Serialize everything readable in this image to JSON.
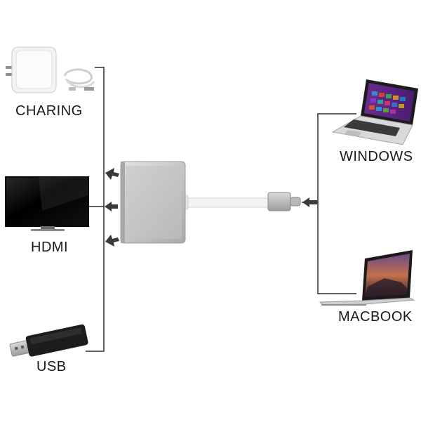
{
  "devices_left": [
    {
      "label": "CHARING",
      "icon": "charger-icon"
    },
    {
      "label": "HDMI",
      "icon": "monitor-icon"
    },
    {
      "label": "USB",
      "icon": "usb-drive-icon"
    }
  ],
  "devices_right": [
    {
      "label": "WINDOWS",
      "icon": "windows-laptop-icon"
    },
    {
      "label": "MACBOOK",
      "icon": "macbook-icon"
    }
  ],
  "hub": {
    "icon": "usb-c-hub-icon"
  },
  "colors": {
    "line": "#2b2b2b",
    "arrow": "#3a3a3a",
    "hub_body": "#c9c9cb",
    "hub_face": "#b8b8bb",
    "cable": "#f2f2f2",
    "screen_dark": "#0a0a0a"
  }
}
